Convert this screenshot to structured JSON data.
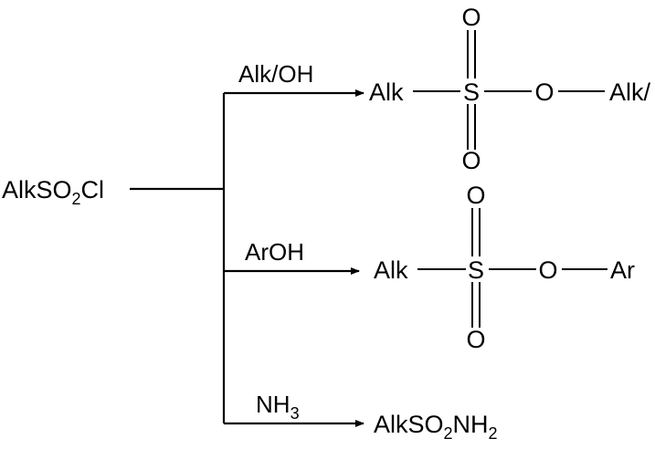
{
  "reactant": {
    "main": "AlkSO",
    "sub": "2",
    "tail": "Cl"
  },
  "reagents": {
    "top": "Alk/OH",
    "middle": "ArOH",
    "bottom": {
      "main": "NH",
      "sub": "3"
    }
  },
  "products": {
    "top": {
      "left_group": "Alk",
      "center_atom": "S",
      "oxo_top": "O",
      "oxo_bottom": "O",
      "ester_oxygen": "O",
      "right_group": "Alk/"
    },
    "middle": {
      "left_group": "Alk",
      "center_atom": "S",
      "oxo_top": "O",
      "oxo_bottom": "O",
      "ester_oxygen": "O",
      "right_group": "Ar"
    },
    "bottom": {
      "part1": "AlkSO",
      "sub1": "2",
      "part2": "NH",
      "sub2": "2"
    }
  }
}
